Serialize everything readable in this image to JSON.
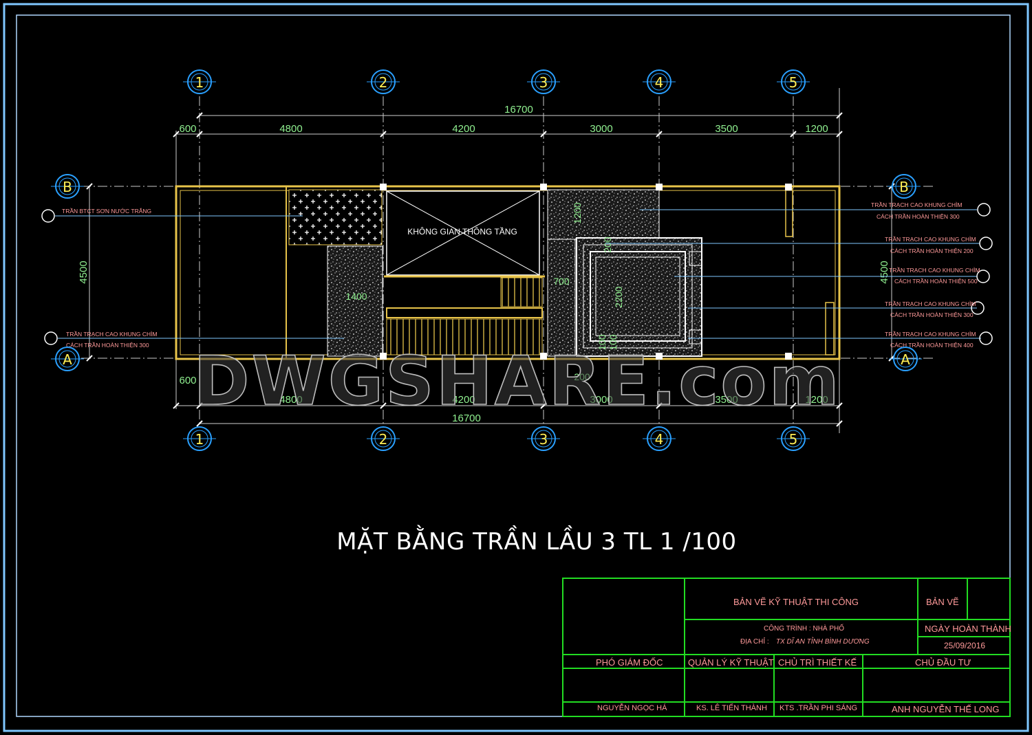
{
  "axes_top": [
    "1",
    "2",
    "3",
    "4",
    "5"
  ],
  "axes_side": [
    "B",
    "A"
  ],
  "dims": {
    "overall": "16700",
    "spans_top": [
      "600",
      "4800",
      "4200",
      "3000",
      "3500",
      "1200"
    ],
    "spans_bottom": [
      "600",
      "4800",
      "4200",
      "3000",
      "3500",
      "1200"
    ],
    "overall_bottom": "16700",
    "height_left": "4500",
    "height_right": "4500",
    "inner": [
      "1200",
      "200",
      "700",
      "1400",
      "2200",
      "100",
      "100",
      "200"
    ]
  },
  "labels": {
    "left_notes": [
      {
        "lines": [
          "TRẦN BTCT SƠN NƯỚC TRẮNG"
        ]
      },
      {
        "lines": [
          "TRẦN TRẠCH CAO KHUNG CHÌM",
          "CÁCH TRẦN HOÀN THIỆN 300"
        ]
      }
    ],
    "right_notes": [
      {
        "lines": [
          "TRẦN TRẠCH CAO KHUNG CHÌM",
          "CÁCH TRẦN HOÀN THIỆN 300"
        ]
      },
      {
        "lines": [
          "TRẦN TRẠCH CAO KHUNG CHÌM",
          "CÁCH TRẦN HOÀN THIỆN 200"
        ]
      },
      {
        "lines": [
          "TRẦN TRẠCH CAO KHUNG CHÌM",
          "CÁCH TRẦN HOÀN THIỆN 500"
        ]
      },
      {
        "lines": [
          "TRẦN TRẠCH CAO KHUNG CHÌM",
          "CÁCH TRẦN HOÀN THIỆN 300"
        ]
      },
      {
        "lines": [
          "TRẦN TRẠCH CAO KHUNG CHÌM",
          "CÁCH TRẦN HOÀN THIỆN 400"
        ]
      }
    ],
    "void": "KHÔNG GIAN THÔNG TẦNG"
  },
  "watermark": "DWGSHARE.com",
  "title": "MẶT BẰNG TRẦN LẦU 3 TL 1 /100",
  "title_block": {
    "drawing_type": "BẢN VẼ KỸ THUẬT THI CÔNG",
    "sheet_label": "BẢN VẼ",
    "project": "CÔNG TRÌNH : NHÀ PHỐ",
    "address_label": "ĐỊA CHỈ :",
    "address_value": "TX DĨ AN TỈNH BÌNH DƯƠNG",
    "completion_label": "NGÀY HOÀN THÀNH",
    "completion_date": "25/09/2016",
    "roles": [
      "PHÓ GIÁM ĐỐC",
      "QUẢN LÝ KỸ THUẬT",
      "CHỦ TRÌ THIẾT KẾ",
      "CHỦ ĐẦU TƯ"
    ],
    "names": [
      "NGUYỄN NGỌC HÁ",
      "KS. LÊ TIẾN THÀNH",
      "KTS .TRẦN PHI SÁNG",
      "ANH NGUYỄN THẾ LONG"
    ]
  },
  "colors": {
    "frame": "#7fc7ff",
    "wall": "#e8c44a",
    "dim": "#90f090",
    "grid_circle": "#2aa0ff",
    "text_red": "#ff9a9a",
    "title_block": "#22dd22"
  }
}
